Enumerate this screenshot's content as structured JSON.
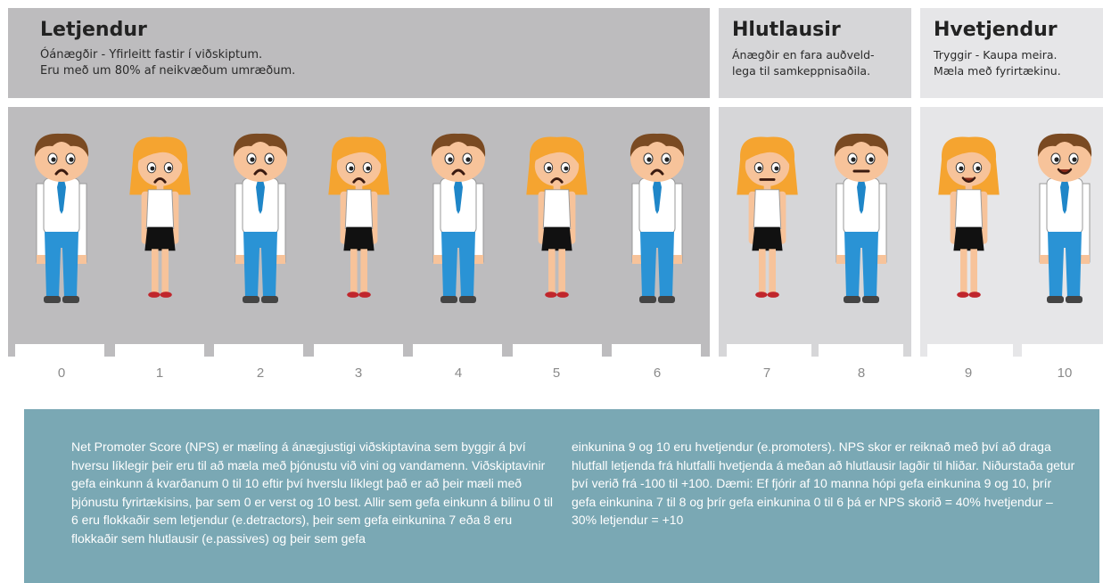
{
  "categories": {
    "detractors": {
      "title": "Letjendur",
      "line1": "Óánægðir - Yfirleitt fastir í viðskiptum.",
      "line2": "Eru með um 80% af neikvæðum umræðum."
    },
    "passives": {
      "title": "Hlutlausir",
      "line1": "Ánægðir en fara auðveld-",
      "line2": "lega til samkeppnisaðila."
    },
    "promoters": {
      "title": "Hvetjendur",
      "line1": "Tryggir - Kaupa meira.",
      "line2": "Mæla með fyrirtækinu."
    }
  },
  "scale": [
    "0",
    "1",
    "2",
    "3",
    "4",
    "5",
    "6",
    "7",
    "8",
    "9",
    "10"
  ],
  "figures": [
    {
      "type": "man",
      "mood": "sad"
    },
    {
      "type": "woman",
      "mood": "sad"
    },
    {
      "type": "man",
      "mood": "sad"
    },
    {
      "type": "woman",
      "mood": "sad"
    },
    {
      "type": "man",
      "mood": "sad"
    },
    {
      "type": "woman",
      "mood": "sad"
    },
    {
      "type": "man",
      "mood": "sad"
    },
    {
      "type": "woman",
      "mood": "neutral"
    },
    {
      "type": "man",
      "mood": "neutral"
    },
    {
      "type": "woman",
      "mood": "happy"
    },
    {
      "type": "man",
      "mood": "happy"
    }
  ],
  "info": {
    "col1": "Net Promoter Score (NPS) er mæling á ánægjustigi viðskiptavina sem byggir á því hversu líklegir þeir eru til að mæla með þjónustu við vini og vandamenn. Viðskiptavinir gefa einkunn á kvarðanum 0 til 10 eftir því hverslu líklegt það er að þeir mæli með þjónustu fyrirtækisins, þar sem 0 er verst og 10 best. Allir sem gefa einkunn á bilinu 0 til 6 eru flokkaðir sem letjendur (e.detractors), þeir sem gefa einkunina 7 eða 8 eru flokkaðir sem hlutlausir (e.passives) og þeir sem gefa",
    "col2": "einkunina 9 og 10 eru hvetjendur (e.promoters). NPS skor er reiknað með því að draga hlutfall letjenda frá hlutfalli hvetjenda á meðan að hlutlausir lagðir til hliðar. Niðurstaða getur því verið frá -100 til +100. Dæmi: Ef fjórir af 10 manna hópi gefa einkunina 9 og 10, þrír gefa einkunina 7 til 8 og þrír gefa einkunina 0 til 6 þá er NPS skorið = 40% hvetjendur – 30% letjendur = +10"
  },
  "colors": {
    "detractors_bg": "#bdbcbe",
    "passives_bg": "#d6d6d8",
    "promoters_bg": "#e6e6e8",
    "info_bg": "#7aa8b4",
    "shirt": "#ffffff",
    "pants": "#2a93d5",
    "tie": "#1f86c8",
    "man_hair": "#7a4a22",
    "woman_hair": "#f5a430",
    "skin": "#f7c39a",
    "skirt": "#111111"
  }
}
